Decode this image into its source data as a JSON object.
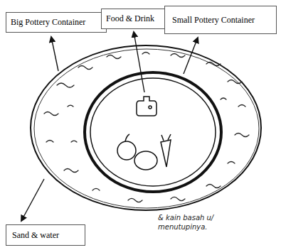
{
  "diagram": {
    "nodes": [
      {
        "text": [
          "Big Pottery Container"
        ]
      },
      {
        "text": [
          "Food & Drink"
        ]
      },
      {
        "text": [
          "Small Pottery Container"
        ]
      },
      {
        "text": [
          "Sand & water"
        ]
      }
    ],
    "labels": [
      "& kain basah u/ menutupinya."
    ]
  }
}
